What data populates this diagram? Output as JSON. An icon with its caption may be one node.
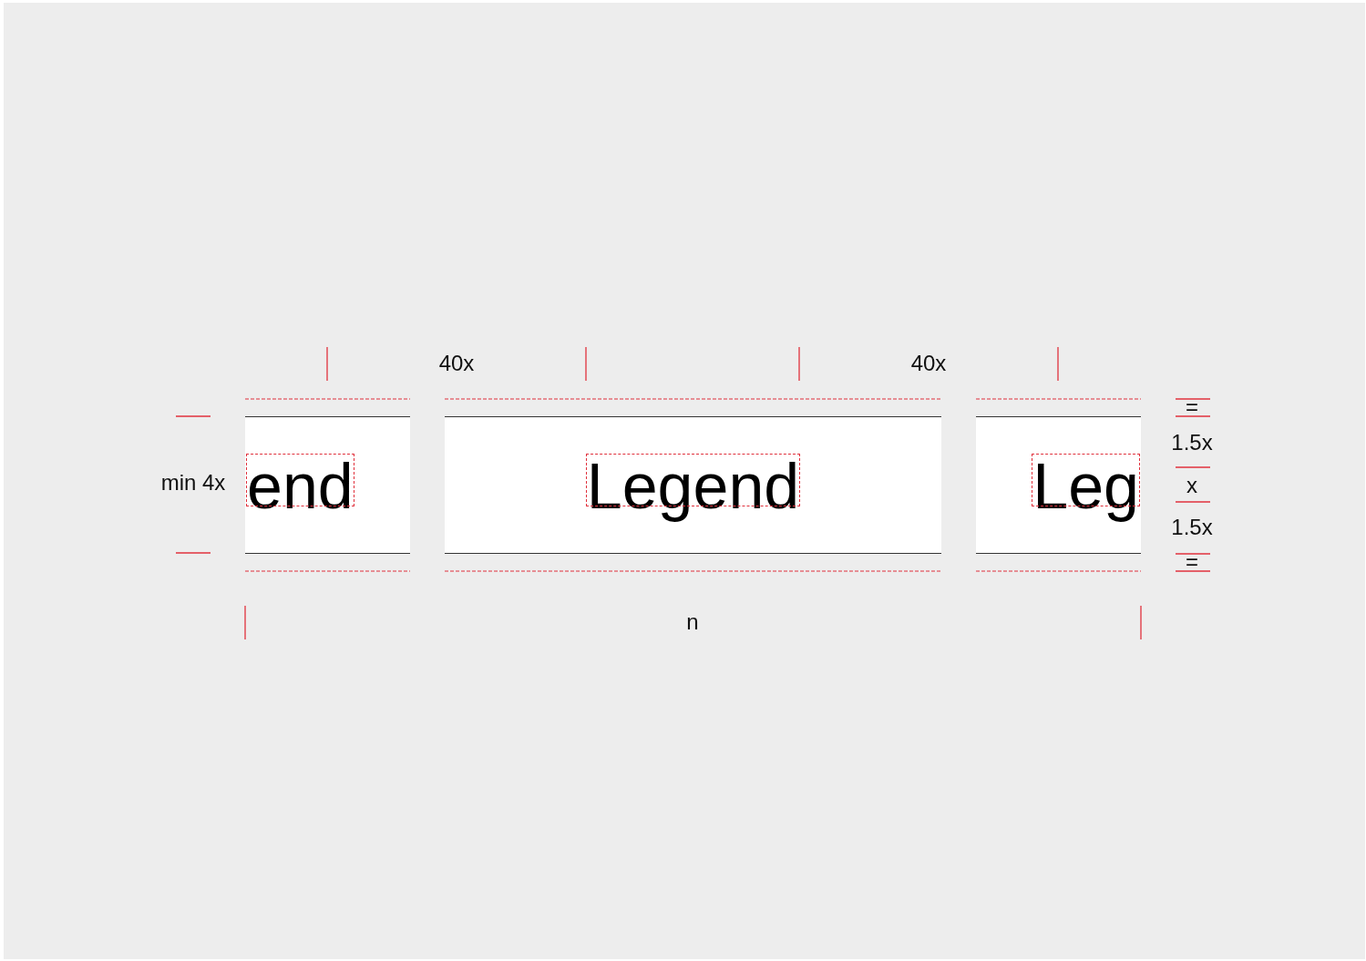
{
  "diagram": {
    "nodes": [
      {
        "text": [
          "end"
        ]
      },
      {
        "text": [
          "Legend"
        ]
      },
      {
        "text": [
          "Leg"
        ]
      }
    ],
    "labels": [
      "40x",
      "40x",
      "min 4x",
      "=",
      "1.5x",
      "x",
      "1.5x",
      "=",
      "n"
    ]
  }
}
